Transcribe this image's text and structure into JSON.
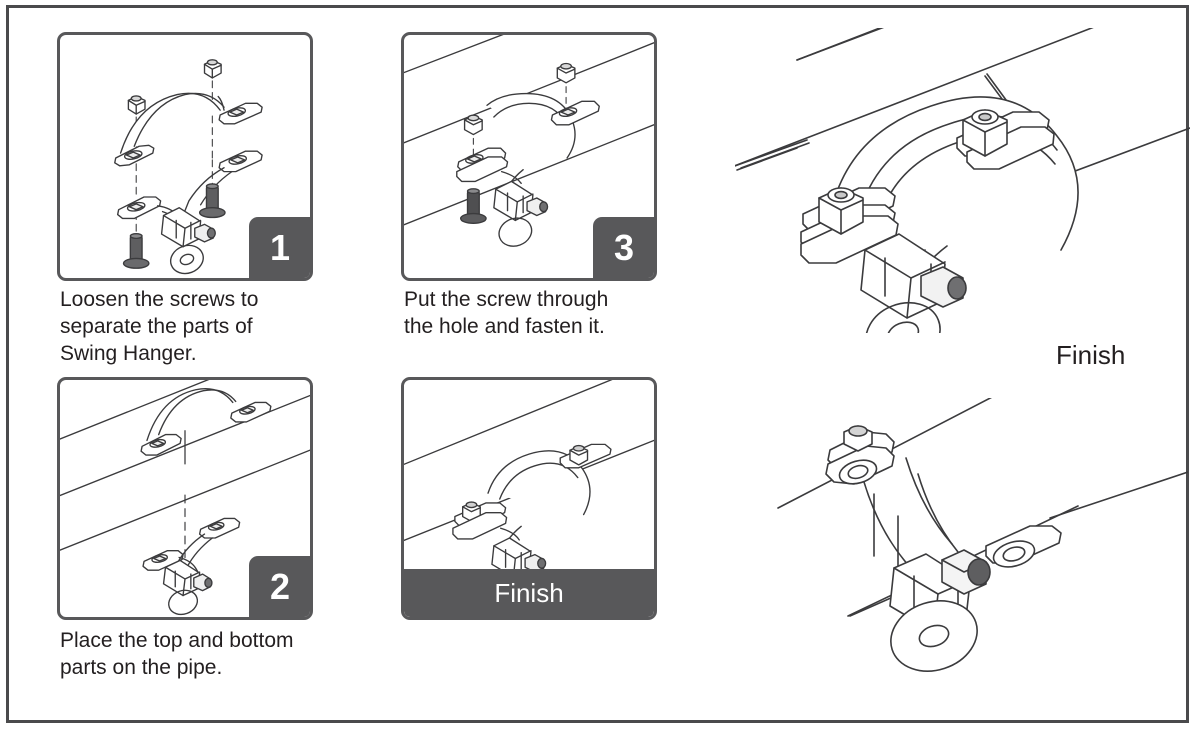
{
  "document": {
    "type": "assembly-instruction-sheet",
    "product": "Swing Hanger",
    "line_color": "#3b3b3d",
    "badge_color": "#58585a",
    "text_color": "#231f20",
    "background": "#ffffff"
  },
  "steps": [
    {
      "number": "1",
      "caption": "Loosen the screws to\nseparate the parts of\nSwing Hanger.",
      "illustration": "exploded-view-swing-hanger-nuts-screws"
    },
    {
      "number": "2",
      "caption": "Place the top and bottom\nparts on the pipe.",
      "illustration": "pipe-with-top-strap-and-bottom-bracket-aligned"
    },
    {
      "number": "3",
      "caption": "Put the screw through\nthe hole and fasten it.",
      "illustration": "clamp-on-pipe-with-screws-inserted"
    }
  ],
  "finish_panel": {
    "label": "Finish",
    "illustration": "assembled-swing-hanger-on-pipe"
  },
  "detail_views": [
    {
      "name": "finish-detail-top",
      "label": "Finish",
      "illustration": "large-assembled-swing-hanger-on-pipe"
    },
    {
      "name": "finish-detail-bottom",
      "label": "",
      "illustration": "underside-view-assembled-swing-hanger"
    }
  ],
  "labels": {
    "finish_right": "Finish"
  }
}
